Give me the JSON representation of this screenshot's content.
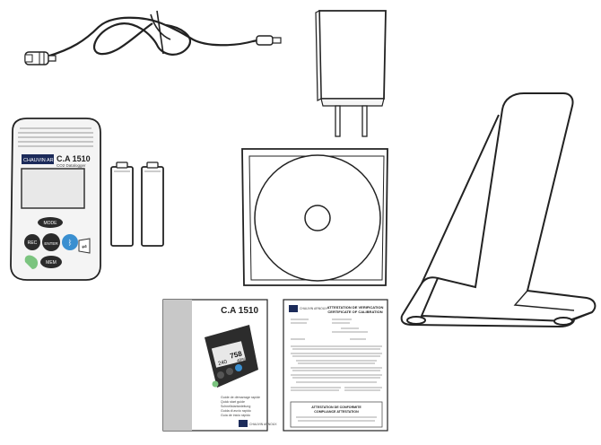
{
  "device": {
    "brand": "CHAUVIN ARNOUX",
    "model": "C.A 1510",
    "subtitle": "CO2 Datalogger",
    "buttons": {
      "mode": "MODE",
      "rec": "REC",
      "enter": "ENTER",
      "mem": "MEM",
      "bluetooth_icon": "bluetooth-icon",
      "power_icon": "power-icon"
    }
  },
  "manual": {
    "title": "C.A 1510",
    "screen_value_1": "758",
    "screen_value_2": "240",
    "screen_value_3": "49%",
    "brand": "CHAUVIN ARNOUX",
    "languages": [
      "Guide de démarrage rapide",
      "Quick start guide",
      "Schnellstartanleitung",
      "Guida di avvio rapido",
      "Guía de inicio rápido"
    ]
  },
  "certificate": {
    "brand": "CHAUVIN ARNOUX",
    "title_line_1": "ATTESTATION DE VERIFICATION",
    "title_line_2": "CERTIFICATE OF CALIBRATION",
    "footer_line_1": "ATTESTATION DE CONFORMITE",
    "footer_line_2": "COMPLIANCE ATTESTATION"
  },
  "colors": {
    "button_dark": "#2b2b2b",
    "button_blue": "#3a8fd0",
    "button_green": "#7bc47f",
    "device_body": "#f2f2f2",
    "outline": "#333333"
  }
}
